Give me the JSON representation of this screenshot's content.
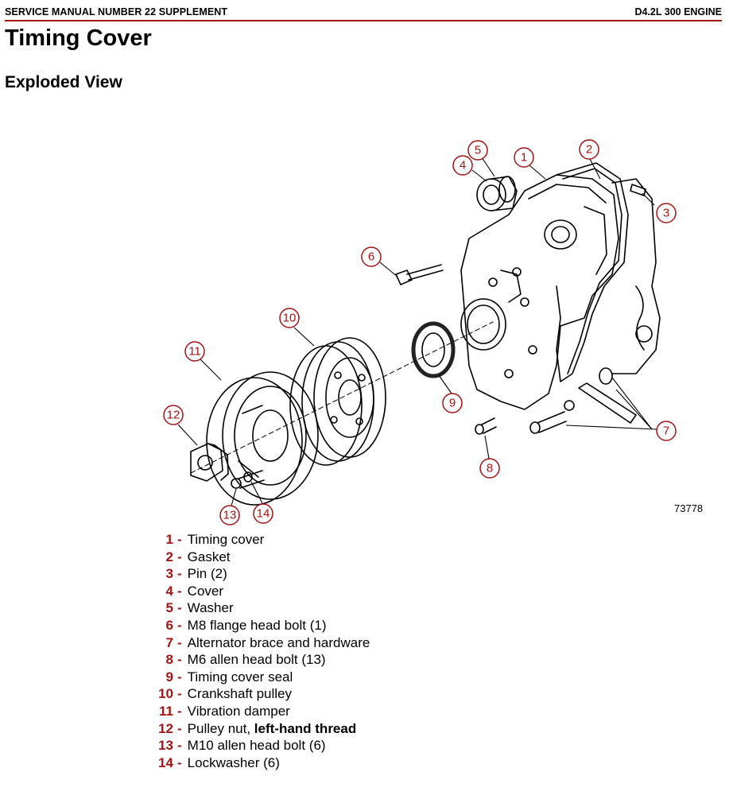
{
  "header": {
    "left": "SERVICE MANUAL NUMBER 22 SUPPLEMENT",
    "right": "D4.2L 300 ENGINE"
  },
  "title": "Timing Cover",
  "subtitle": "Exploded View",
  "figure_number": "73778",
  "callouts": [
    "1",
    "2",
    "3",
    "4",
    "5",
    "6",
    "7",
    "8",
    "9",
    "10",
    "11",
    "12",
    "13",
    "14"
  ],
  "legend": [
    {
      "num": "1",
      "sep": "-",
      "desc": "Timing cover",
      "bold": ""
    },
    {
      "num": "2",
      "sep": "-",
      "desc": "Gasket",
      "bold": ""
    },
    {
      "num": "3",
      "sep": "-",
      "desc": "Pin (2)",
      "bold": ""
    },
    {
      "num": "4",
      "sep": "-",
      "desc": "Cover",
      "bold": ""
    },
    {
      "num": "5",
      "sep": "-",
      "desc": "Washer",
      "bold": ""
    },
    {
      "num": "6",
      "sep": "-",
      "desc": "M8 flange head bolt (1)",
      "bold": ""
    },
    {
      "num": "7",
      "sep": "-",
      "desc": "Alternator brace and hardware",
      "bold": ""
    },
    {
      "num": "8",
      "sep": "-",
      "desc": "M6 allen head bolt (13)",
      "bold": ""
    },
    {
      "num": "9",
      "sep": "-",
      "desc": "Timing cover seal",
      "bold": ""
    },
    {
      "num": "10",
      "sep": "-",
      "desc": "Crankshaft pulley",
      "bold": ""
    },
    {
      "num": "11",
      "sep": "-",
      "desc": "Vibration damper",
      "bold": ""
    },
    {
      "num": "12",
      "sep": "-",
      "desc": "Pulley nut, ",
      "bold": "left-hand thread"
    },
    {
      "num": "13",
      "sep": "-",
      "desc": "M10 allen head bolt (6)",
      "bold": ""
    },
    {
      "num": "14",
      "sep": "-",
      "desc": "Lockwasher (6)",
      "bold": ""
    }
  ],
  "colors": {
    "accent": "#a31515"
  }
}
